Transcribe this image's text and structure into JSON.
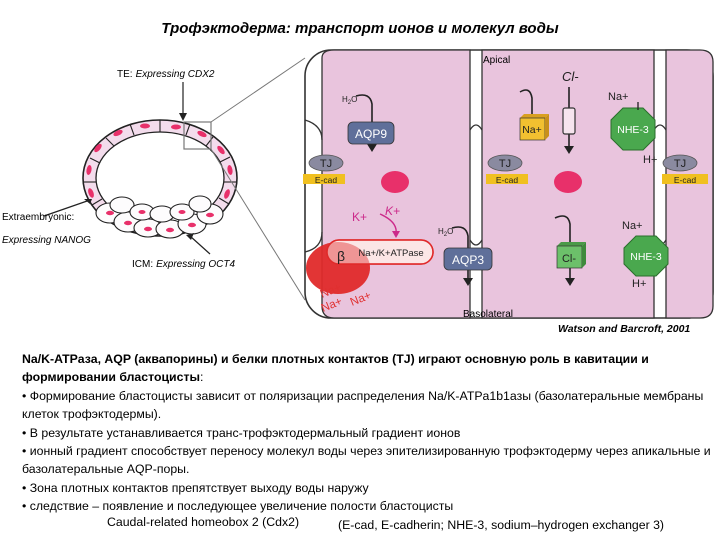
{
  "title": "Трофэктодерма: транспорт ионов и молекул воды",
  "labels": {
    "te": "TE:",
    "te_expr": "Expressing CDX2",
    "extra": "Extraembryonic:",
    "extra_expr": "Expressing NANOG",
    "icm": "ICM:",
    "icm_expr": "Expressing OCT4",
    "apical": "Apical",
    "basolateral": "Basolateral",
    "h2o": "H",
    "h2o_sub": "2",
    "h2o_o": "O",
    "aqp9": "AQP9",
    "aqp3": "AQP3",
    "tj": "TJ",
    "ecad": "E-cad",
    "na": "Na+",
    "h": "H+",
    "k": "K+",
    "cl_top": "Cl-",
    "cl": "Cl-",
    "nhe3": "NHE-3",
    "atpase": "Na+/K+ATPase",
    "beta": "β"
  },
  "credit": "Watson and Barcroft, 2001",
  "text": {
    "lead": "Na/K-ATPаза, AQP (аквапорины) и белки плотных контактов (TJ) играют основную роль в кавитации и формировании бластоцисты",
    "lead_colon": ":",
    "bullets": [
      " Формирование бластоцисты зависит от поляризации распределения Na/K-ATPa1b1азы (базолатеральные мембраны клеток трофэктодермы).",
      " В результате устанавливается транс-трофэктодермальный градиент ионов",
      "  ионный градиент способствует переносу молекул воды через эпителизированную трофэктодерму через апикальные и базолатеральные AQP-поры.",
      "Зона плотных контактов препятствует выходу воды наружу",
      "следствие – появление и последующее увеличение полости бластоцисты"
    ]
  },
  "footnote_left": "Caudal-related homeobox 2 (Cdx2)",
  "footnote_right": "(E-cad, E-cadherin; NHE-3, sodium–hydrogen exchanger 3)",
  "colors": {
    "cell": "#e9c4dd",
    "nucleus": "#e8306a",
    "aqp": "#5f6f9a",
    "tj": "#8a8aa0",
    "ecad": "#f0c020",
    "na_box": "#f2c030",
    "cl_box": "#6cc06a",
    "nhe": "#4aa84e",
    "atpase": "#e02a2a",
    "k": "#cc2a8a",
    "na_red": "#e03030"
  }
}
